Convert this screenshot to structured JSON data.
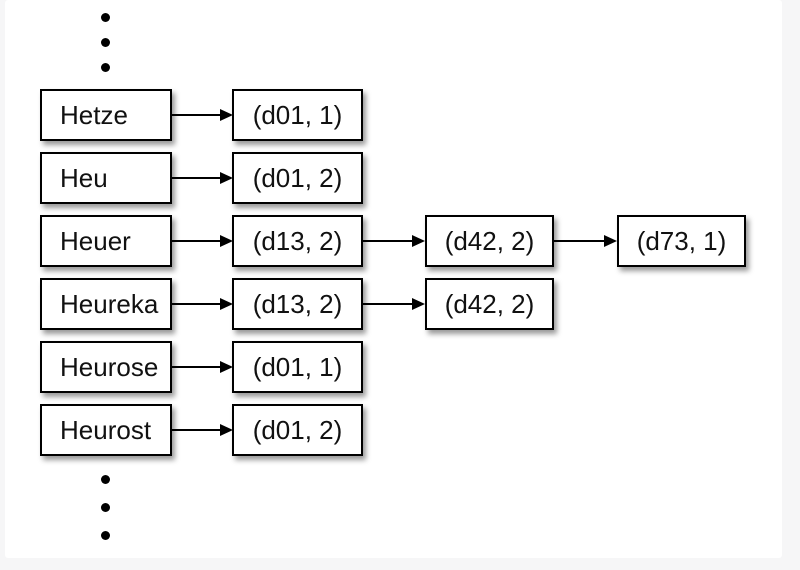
{
  "colors": {
    "background": "#f6f6f7",
    "panel": "#ffffff",
    "box_fill": "#ffffff",
    "box_border": "#000000",
    "text": "#111111"
  },
  "diagram": {
    "top_ellipsis": {
      "icon": "vertical-ellipsis-dots",
      "count": 3
    },
    "bottom_ellipsis": {
      "icon": "vertical-ellipsis-dots",
      "count": 3
    },
    "rows": [
      {
        "term": "Hetze",
        "postings": [
          "(d01, 1)"
        ]
      },
      {
        "term": "Heu",
        "postings": [
          "(d01, 2)"
        ]
      },
      {
        "term": "Heuer",
        "postings": [
          "(d13, 2)",
          "(d42, 2)",
          "(d73, 1)"
        ]
      },
      {
        "term": "Heureka",
        "postings": [
          "(d13, 2)",
          "(d42, 2)"
        ]
      },
      {
        "term": "Heurose",
        "postings": [
          "(d01, 1)"
        ]
      },
      {
        "term": "Heurost",
        "postings": [
          "(d01, 2)"
        ]
      }
    ]
  }
}
